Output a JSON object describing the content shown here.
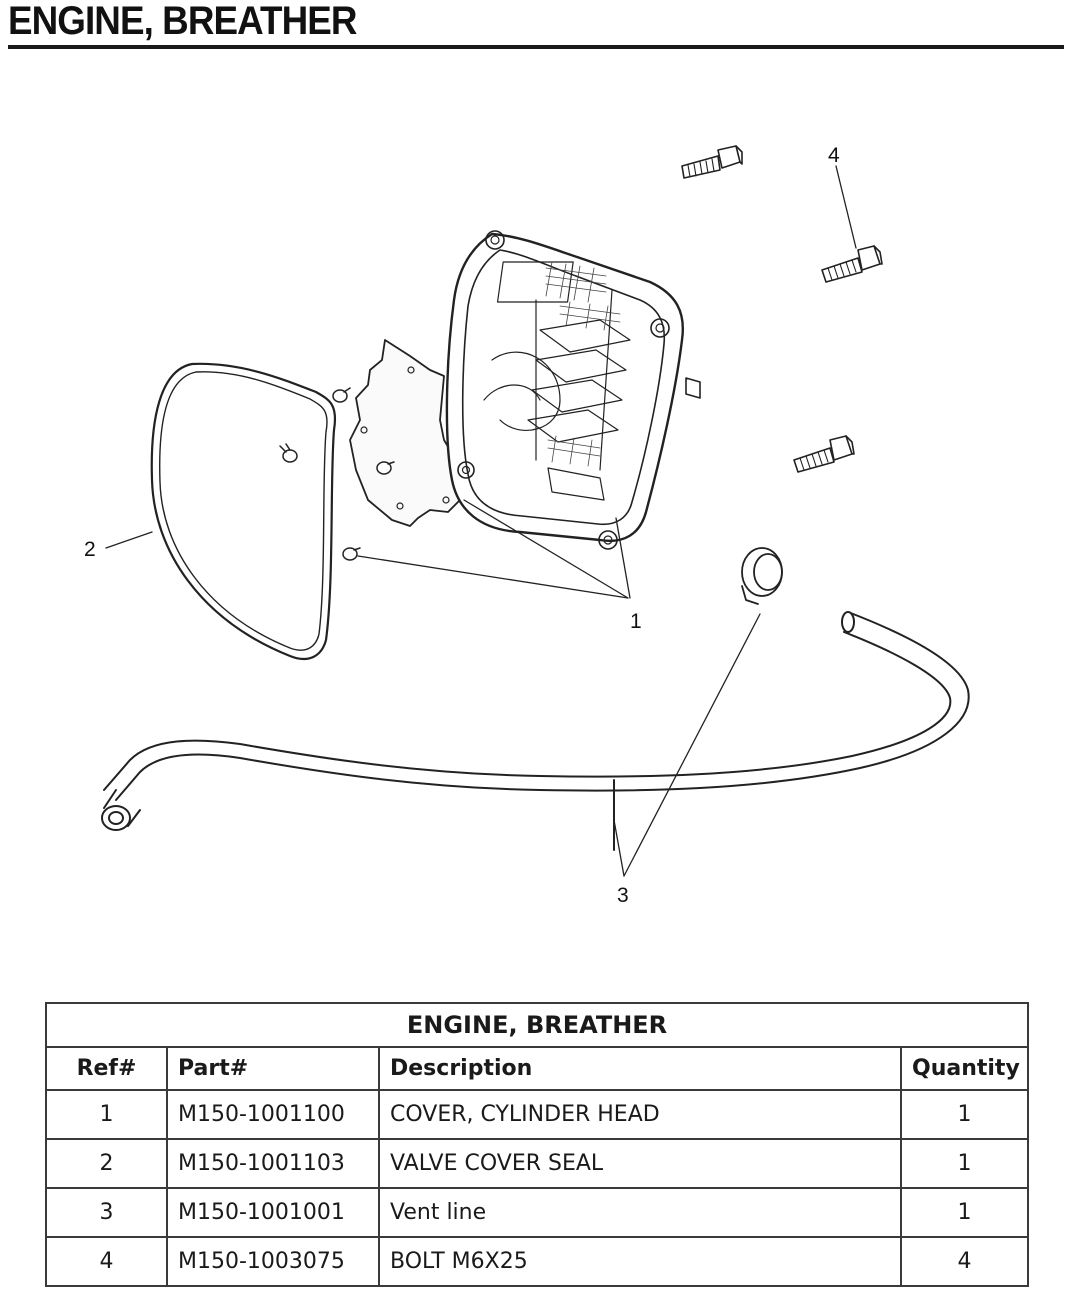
{
  "page": {
    "title": "ENGINE, BREATHER"
  },
  "diagram": {
    "callouts": [
      "1",
      "2",
      "3",
      "4"
    ]
  },
  "table": {
    "caption": "ENGINE, BREATHER",
    "headers": {
      "ref": "Ref#",
      "part": "Part#",
      "description": "Description",
      "quantity": "Quantity"
    },
    "rows": [
      {
        "ref": "1",
        "part": "M150-1001100",
        "description": "COVER, CYLINDER HEAD",
        "quantity": "1"
      },
      {
        "ref": "2",
        "part": "M150-1001103",
        "description": "VALVE COVER SEAL",
        "quantity": "1"
      },
      {
        "ref": "3",
        "part": "M150-1001001",
        "description": "Vent line",
        "quantity": "1"
      },
      {
        "ref": "4",
        "part": "M150-1003075",
        "description": "BOLT M6X25",
        "quantity": "4"
      }
    ]
  }
}
